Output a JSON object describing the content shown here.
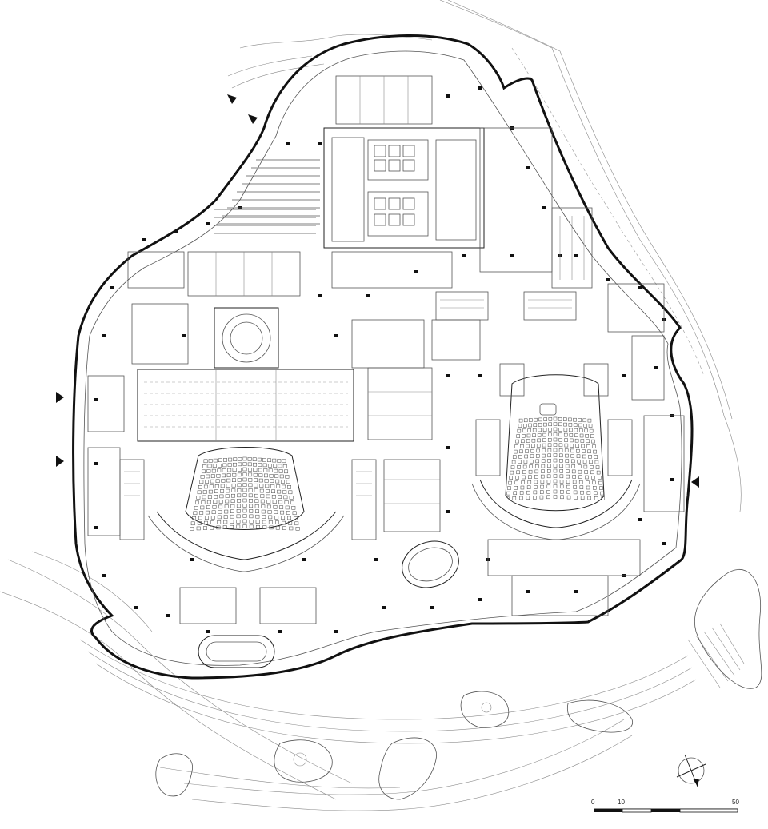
{
  "scale_bar": {
    "labels": [
      "0",
      "10",
      "50"
    ]
  },
  "icons": {
    "north_arrow": "north-arrow-icon",
    "entry_marker": "entry-triangle-icon"
  },
  "colors": {
    "line": "#111111",
    "thin_line": "#8a8a8a",
    "background": "#ffffff"
  }
}
